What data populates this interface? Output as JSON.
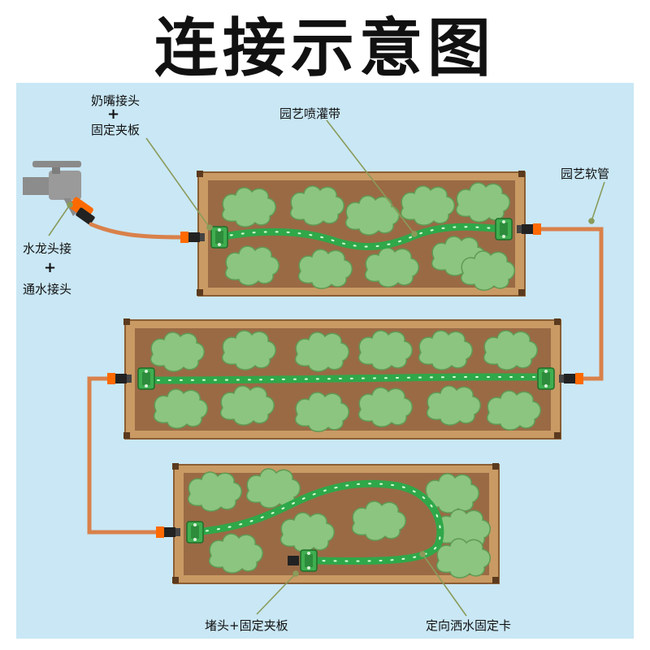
{
  "title": "连接示意图",
  "labels": {
    "nipple_connector": "奶嘴接头",
    "plus": "+",
    "fixing_clamp": "固定夹板",
    "drip_tape": "园艺喷灌带",
    "garden_hose": "园艺软管",
    "faucet_connector": "水龙头接",
    "water_connector": "通水接头",
    "end_plug_clamp": "堵头+固定夹板",
    "directional_clip": "定向洒水固定卡"
  },
  "colors": {
    "panel": "#c9e7f5",
    "soil": "#9a6a45",
    "wood": "#c99a63",
    "bush": "#8cc57f",
    "tape": "#2fa84a",
    "hose": "#d9814a",
    "connector": "#ff6a00",
    "leader": "#8a9b5a"
  },
  "icons": {
    "faucet": "faucet-icon",
    "bed": "raised-garden-bed-icon",
    "bush": "bush-icon",
    "clamp": "clamp-icon",
    "plug": "end-plug-icon"
  }
}
